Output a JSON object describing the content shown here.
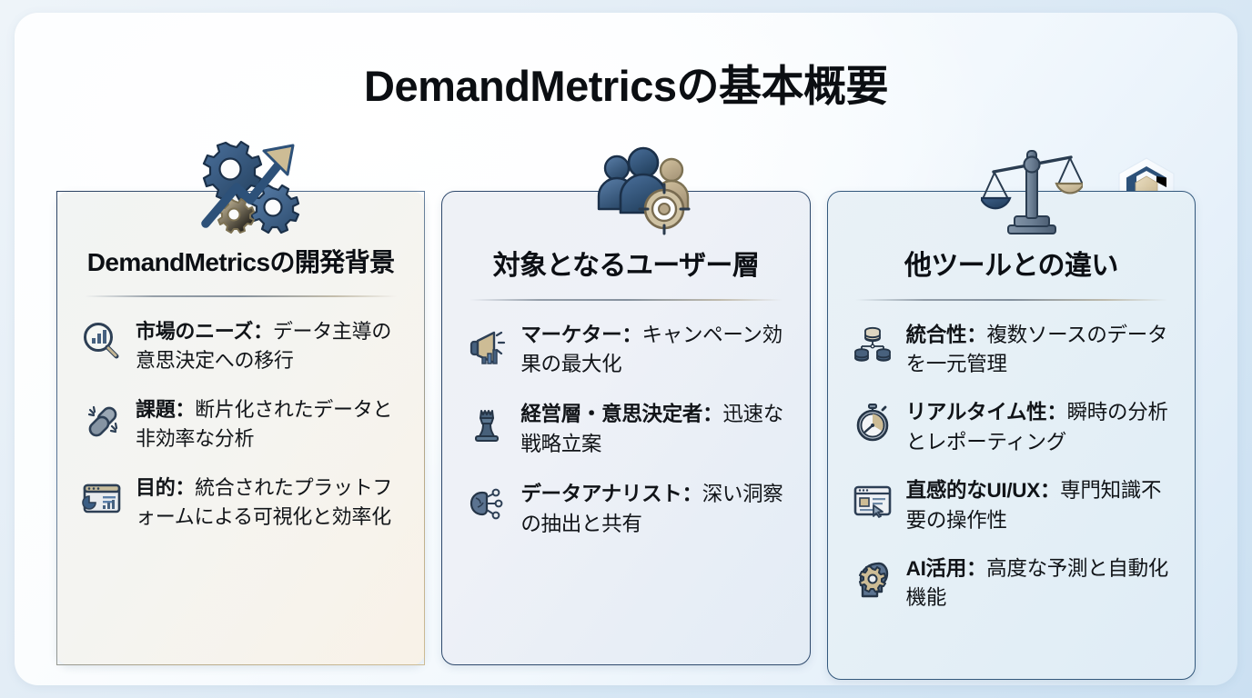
{
  "slide": {
    "title": "DemandMetricsの基本概要",
    "brand_logo_icon": "hexagon-logo-icon",
    "accent_navy": "#2f4a6d",
    "accent_tan": "#c5b491",
    "background_tint": "#d5e6f4"
  },
  "cards": [
    {
      "id": "development-background",
      "title": "DemandMetricsの開発背景",
      "header_icon": "gears-growth-arrow-icon",
      "items": [
        {
          "icon": "magnifier-bar-chart-icon",
          "label": "市場のニーズ",
          "separator": "：",
          "body": "データ主導の意思決定への移行"
        },
        {
          "icon": "broken-chain-link-icon",
          "label": "課題",
          "separator": "：",
          "body": "断片化されたデータと非効率な分析"
        },
        {
          "icon": "dashboard-window-icon",
          "label": "目的",
          "separator": "：",
          "body": "統合されたプラットフォームによる可視化と効率化"
        }
      ]
    },
    {
      "id": "target-users",
      "title": "対象となるユーザー層",
      "header_icon": "user-group-target-icon",
      "items": [
        {
          "icon": "megaphone-bar-chart-icon",
          "label": "マーケター",
          "separator": "：",
          "body": "キャンペーン効果の最大化"
        },
        {
          "icon": "chess-piece-icon",
          "label": "経営層・意思決定者",
          "separator": "：",
          "body": "迅速な戦略立案"
        },
        {
          "icon": "brain-network-icon",
          "label": "データアナリスト",
          "separator": "：",
          "body": "深い洞察の抽出と共有"
        }
      ]
    },
    {
      "id": "differences-from-other-tools",
      "title": "他ツールとの違い",
      "header_icon": "balance-scales-icon",
      "items": [
        {
          "icon": "database-hierarchy-icon",
          "label": "統合性",
          "separator": "：",
          "body": "複数ソースのデータを一元管理"
        },
        {
          "icon": "stopwatch-icon",
          "label": "リアルタイム性",
          "separator": "：",
          "body": "瞬時の分析とレポーティング"
        },
        {
          "icon": "ui-window-cursor-icon",
          "label": "直感的なUI/UX",
          "separator": "：",
          "body": "専門知識不要の操作性"
        },
        {
          "icon": "head-gear-ai-icon",
          "label": "AI活用",
          "separator": "：",
          "body": "高度な予測と自動化機能"
        }
      ]
    }
  ]
}
